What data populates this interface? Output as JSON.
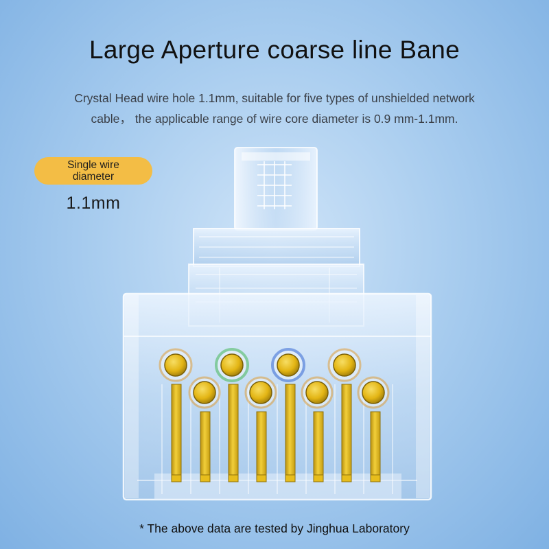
{
  "heading": {
    "title": "Large Aperture coarse line Bane",
    "description_line1": "Crystal Head wire hole 1.1mm, suitable for five types of unshielded network",
    "description_line2": "cable， the applicable range of wire core diameter is 0.9 mm-1.1mm."
  },
  "spec": {
    "badge_label": "Single wire diameter",
    "value": "1.1mm",
    "badge_color": "#f3bd45"
  },
  "footer": {
    "note": "* The above data are tested by Jinghua Laboratory"
  },
  "connector": {
    "object": "rj45-crystal-head-icon",
    "contact_color": "#e5b813",
    "wire_ring_colors": [
      "#e39a2a",
      "#3bb54a",
      "#2b5fd1",
      "#e39a2a",
      "#e39a2a",
      "#e39a2a",
      "#e39a2a",
      "#e39a2a"
    ]
  }
}
